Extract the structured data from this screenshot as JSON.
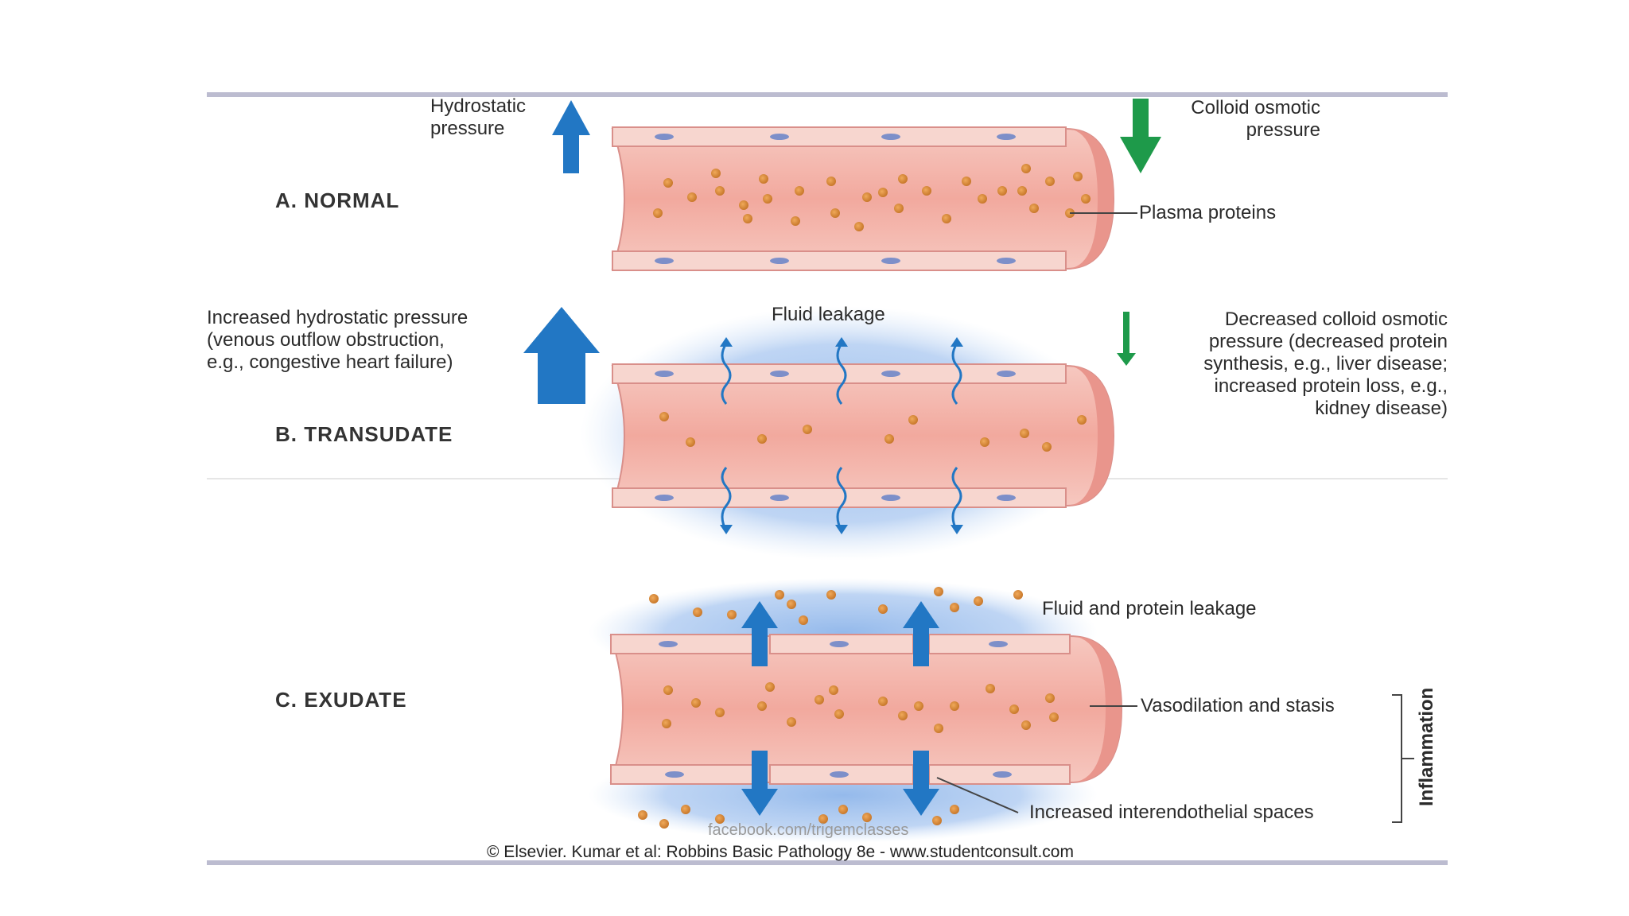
{
  "panels": {
    "normal": {
      "title": "A. NORMAL",
      "hydrostatic": "Hydrostatic\npressure",
      "colloid": "Colloid osmotic\npressure",
      "plasma_proteins": "Plasma proteins"
    },
    "transudate": {
      "title": "B. TRANSUDATE",
      "increased_hydrostatic": "Increased hydrostatic pressure\n(venous outflow obstruction,\ne.g., congestive heart failure)",
      "fluid_leakage": "Fluid leakage",
      "decreased_colloid": "Decreased colloid osmotic\npressure (decreased protein\nsynthesis, e.g., liver disease;\nincreased protein loss, e.g.,\nkidney disease)"
    },
    "exudate": {
      "title": "C. EXUDATE",
      "fluid_protein_leakage": "Fluid and protein leakage",
      "vasodilation": "Vasodilation and stasis",
      "interendothelial": "Increased interendothelial spaces",
      "inflammation": "Inflammation"
    }
  },
  "watermark": "facebook.com/trigemclasses",
  "credit": "© Elsevier. Kumar et al: Robbins Basic Pathology 8e - www.studentconsult.com",
  "colors": {
    "arrow_blue": "#2277c4",
    "arrow_green": "#1e9a4a",
    "vessel_pink": "#f4c0b6",
    "protein": "#d98a3a",
    "fluid_blue": "#9cc0ec",
    "rule": "#b9b9cc"
  }
}
